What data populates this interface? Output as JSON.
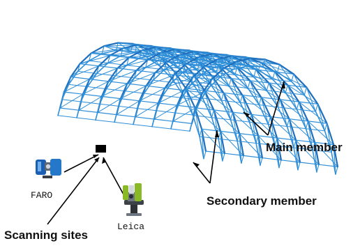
{
  "labels": {
    "main_member": "Main member",
    "secondary_member": "Secondary member",
    "scanning_sites": "Scanning sites",
    "faro": "FARO",
    "leica": "Leica"
  },
  "colors": {
    "truss": "#2f8fd9",
    "truss_edge": "#1f6fbd",
    "text": "#111111",
    "site_marker": "#000000"
  },
  "icons": {
    "scanner_1": "faro-scanner-icon",
    "scanner_2": "leica-total-station-icon",
    "site": "scanning-site-marker"
  }
}
